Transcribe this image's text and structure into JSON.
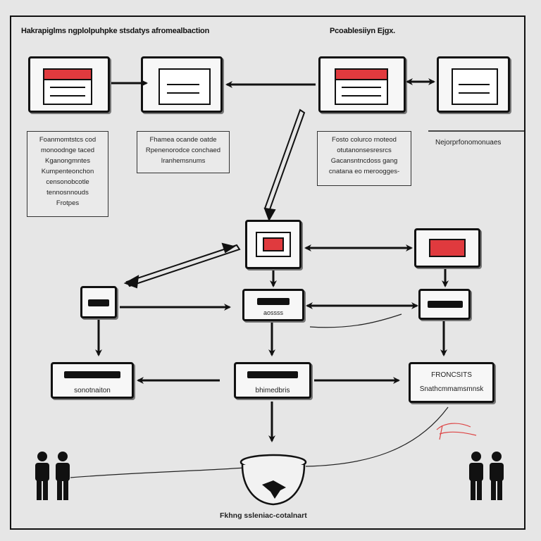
{
  "header": {
    "left_title": "Hakrapiglms ngplolpuhpke stsdatys afromealbaction",
    "right_title": "Pcoablesiiyn Ejgx."
  },
  "notes": {
    "note_1": [
      "Foanmomtstcs cod",
      "monoodnge taced",
      "Kganongmntes",
      "Kumpenteonchon",
      "censonobcotle",
      "tennosnnouds",
      "Frotpes"
    ],
    "note_2": [
      "Fhamea ocande oatde",
      "Rpenenorodce conchaed",
      "Iranhemsnums"
    ],
    "note_3": [
      "Fosto colurco rnoteod",
      "otutanonsesresrcs",
      "Gacansntncdoss gang",
      "cnatana eo meroogges-"
    ],
    "note_4": "Nejorprfonomonuaes"
  },
  "boxes": {
    "mid_center_label": "aossss",
    "bottom_left_label": "sonotnaiton",
    "bottom_center_label": "bhimedbris",
    "bottom_right_line1": "FRONCSITS",
    "bottom_right_line2": "Snathcmmamsmnsk"
  },
  "footer": {
    "caption": "Fkhng ssleniac-cotalnart"
  },
  "colors": {
    "accent_red": "#e03a3e",
    "ink": "#111111",
    "background": "#e6e6e6"
  },
  "icons": [
    "person-pair-icon",
    "bowl-icon",
    "bird-icon",
    "hand-icon"
  ]
}
